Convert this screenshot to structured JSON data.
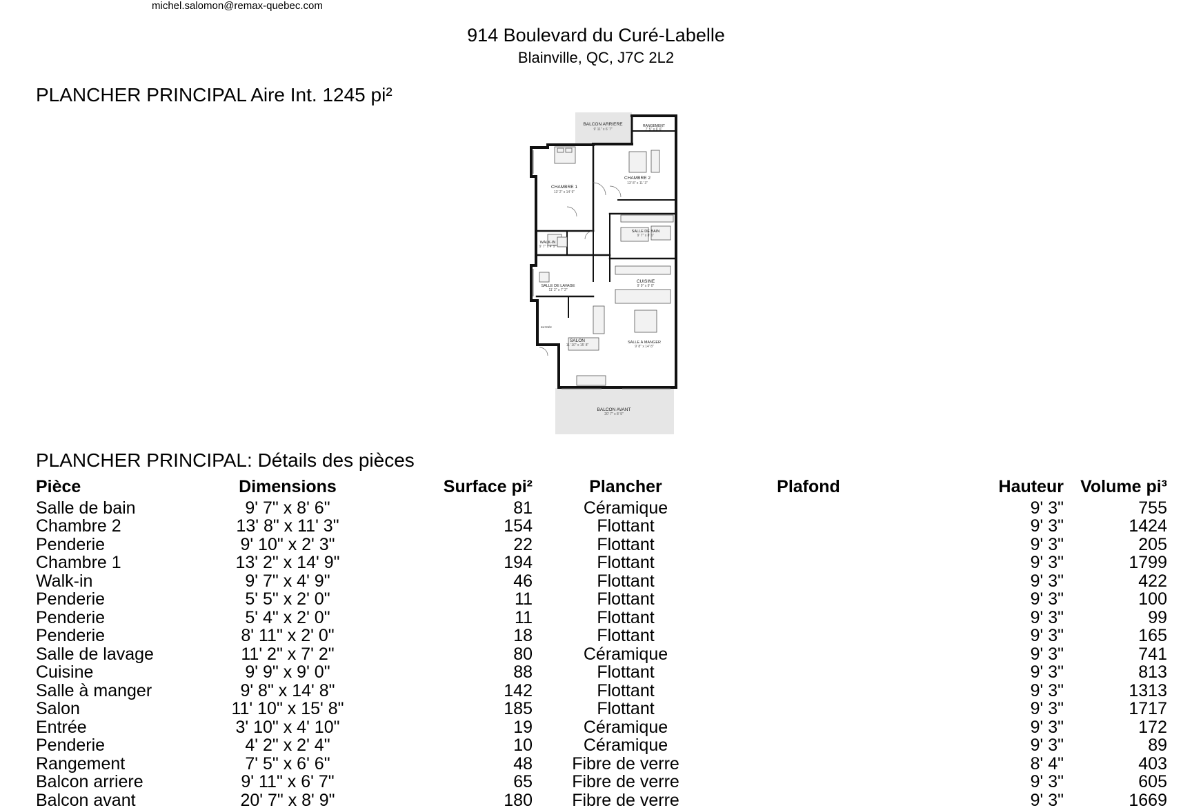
{
  "header": {
    "agent_email": "michel.salomon@remax-quebec.com",
    "address_line1": "914 Boulevard du Curé-Labelle",
    "address_line2": "Blainville, QC, J7C 2L2"
  },
  "floor_heading": "PLANCHER PRINCIPAL Aire Int. 1245 pi²",
  "plan_labels": {
    "balcon_arriere": "BALCON ARRIERE",
    "balcon_arriere_dim": "9' 11\" x 6' 7\"",
    "rangement": "RANGEMENT",
    "rangement_dim": "7' 5\" x 6' 6\"",
    "chambre1": "CHAMBRE 1",
    "chambre1_dim": "13' 2\" x 14' 9\"",
    "chambre2": "CHAMBRE 2",
    "chambre2_dim": "13' 8\" x 11' 3\"",
    "salle_de_bain": "SALLE DE BAIN",
    "salle_de_bain_dim": "9' 7\" x 8' 6\"",
    "walkin": "WALK-IN",
    "walkin_dim": "9' 7\" x 4' 9\"",
    "salle_de_lavage": "SALLE DE LAVAGE",
    "salle_de_lavage_dim": "11' 2\" x 7' 2\"",
    "cuisine": "CUISINE",
    "cuisine_dim": "9' 9\" x 9' 0\"",
    "entree": "ENTRÉE",
    "salon": "SALON",
    "salon_dim": "11' 10\" x 15' 8\"",
    "salle_a_manger": "SALLE À MANGER",
    "salle_a_manger_dim": "9' 8\" x 14' 8\"",
    "balcon_avant": "BALCON AVANT",
    "balcon_avant_dim": "20' 7\" x 8' 9\""
  },
  "details_heading": "PLANCHER PRINCIPAL: Détails des pièces",
  "table": {
    "headers": {
      "piece": "Pièce",
      "dimensions": "Dimensions",
      "surface": "Surface pi²",
      "plancher": "Plancher",
      "plafond": "Plafond",
      "hauteur": "Hauteur",
      "volume": "Volume pi³"
    },
    "rows": [
      {
        "piece": "Salle de bain",
        "dimensions": "9' 7\" x 8' 6\"",
        "surface": "81",
        "plancher": "Céramique",
        "plafond": "",
        "hauteur": "9' 3\"",
        "volume": "755"
      },
      {
        "piece": "Chambre 2",
        "dimensions": "13' 8\" x 11' 3\"",
        "surface": "154",
        "plancher": "Flottant",
        "plafond": "",
        "hauteur": "9' 3\"",
        "volume": "1424"
      },
      {
        "piece": "Penderie",
        "dimensions": "9' 10\" x 2' 3\"",
        "surface": "22",
        "plancher": "Flottant",
        "plafond": "",
        "hauteur": "9' 3\"",
        "volume": "205"
      },
      {
        "piece": "Chambre 1",
        "dimensions": "13' 2\" x 14' 9\"",
        "surface": "194",
        "plancher": "Flottant",
        "plafond": "",
        "hauteur": "9' 3\"",
        "volume": "1799"
      },
      {
        "piece": "Walk-in",
        "dimensions": "9' 7\" x 4' 9\"",
        "surface": "46",
        "plancher": "Flottant",
        "plafond": "",
        "hauteur": "9' 3\"",
        "volume": "422"
      },
      {
        "piece": "Penderie",
        "dimensions": "5' 5\" x 2' 0\"",
        "surface": "11",
        "plancher": "Flottant",
        "plafond": "",
        "hauteur": "9' 3\"",
        "volume": "100"
      },
      {
        "piece": "Penderie",
        "dimensions": "5' 4\" x 2' 0\"",
        "surface": "11",
        "plancher": "Flottant",
        "plafond": "",
        "hauteur": "9' 3\"",
        "volume": "99"
      },
      {
        "piece": "Penderie",
        "dimensions": "8' 11\" x 2' 0\"",
        "surface": "18",
        "plancher": "Flottant",
        "plafond": "",
        "hauteur": "9' 3\"",
        "volume": "165"
      },
      {
        "piece": "Salle de lavage",
        "dimensions": "11' 2\" x 7' 2\"",
        "surface": "80",
        "plancher": "Céramique",
        "plafond": "",
        "hauteur": "9' 3\"",
        "volume": "741"
      },
      {
        "piece": "Cuisine",
        "dimensions": "9' 9\" x 9' 0\"",
        "surface": "88",
        "plancher": "Flottant",
        "plafond": "",
        "hauteur": "9' 3\"",
        "volume": "813"
      },
      {
        "piece": "Salle à manger",
        "dimensions": "9' 8\" x 14' 8\"",
        "surface": "142",
        "plancher": "Flottant",
        "plafond": "",
        "hauteur": "9' 3\"",
        "volume": "1313"
      },
      {
        "piece": "Salon",
        "dimensions": "11' 10\" x 15' 8\"",
        "surface": "185",
        "plancher": "Flottant",
        "plafond": "",
        "hauteur": "9' 3\"",
        "volume": "1717"
      },
      {
        "piece": "Entrée",
        "dimensions": "3' 10\" x 4' 10\"",
        "surface": "19",
        "plancher": "Céramique",
        "plafond": "",
        "hauteur": "9' 3\"",
        "volume": "172"
      },
      {
        "piece": "Penderie",
        "dimensions": "4' 2\" x 2' 4\"",
        "surface": "10",
        "plancher": "Céramique",
        "plafond": "",
        "hauteur": "9' 3\"",
        "volume": "89"
      },
      {
        "piece": "Rangement",
        "dimensions": "7' 5\" x 6' 6\"",
        "surface": "48",
        "plancher": "Fibre de verre",
        "plafond": "",
        "hauteur": "8' 4\"",
        "volume": "403"
      },
      {
        "piece": "Balcon arriere",
        "dimensions": "9' 11\" x 6' 7\"",
        "surface": "65",
        "plancher": "Fibre de verre",
        "plafond": "",
        "hauteur": "9' 3\"",
        "volume": "605"
      },
      {
        "piece": "Balcon avant",
        "dimensions": "20' 7\" x 8' 9\"",
        "surface": "180",
        "plancher": "Fibre de verre",
        "plafond": "",
        "hauteur": "9' 3\"",
        "volume": "1669"
      }
    ]
  }
}
